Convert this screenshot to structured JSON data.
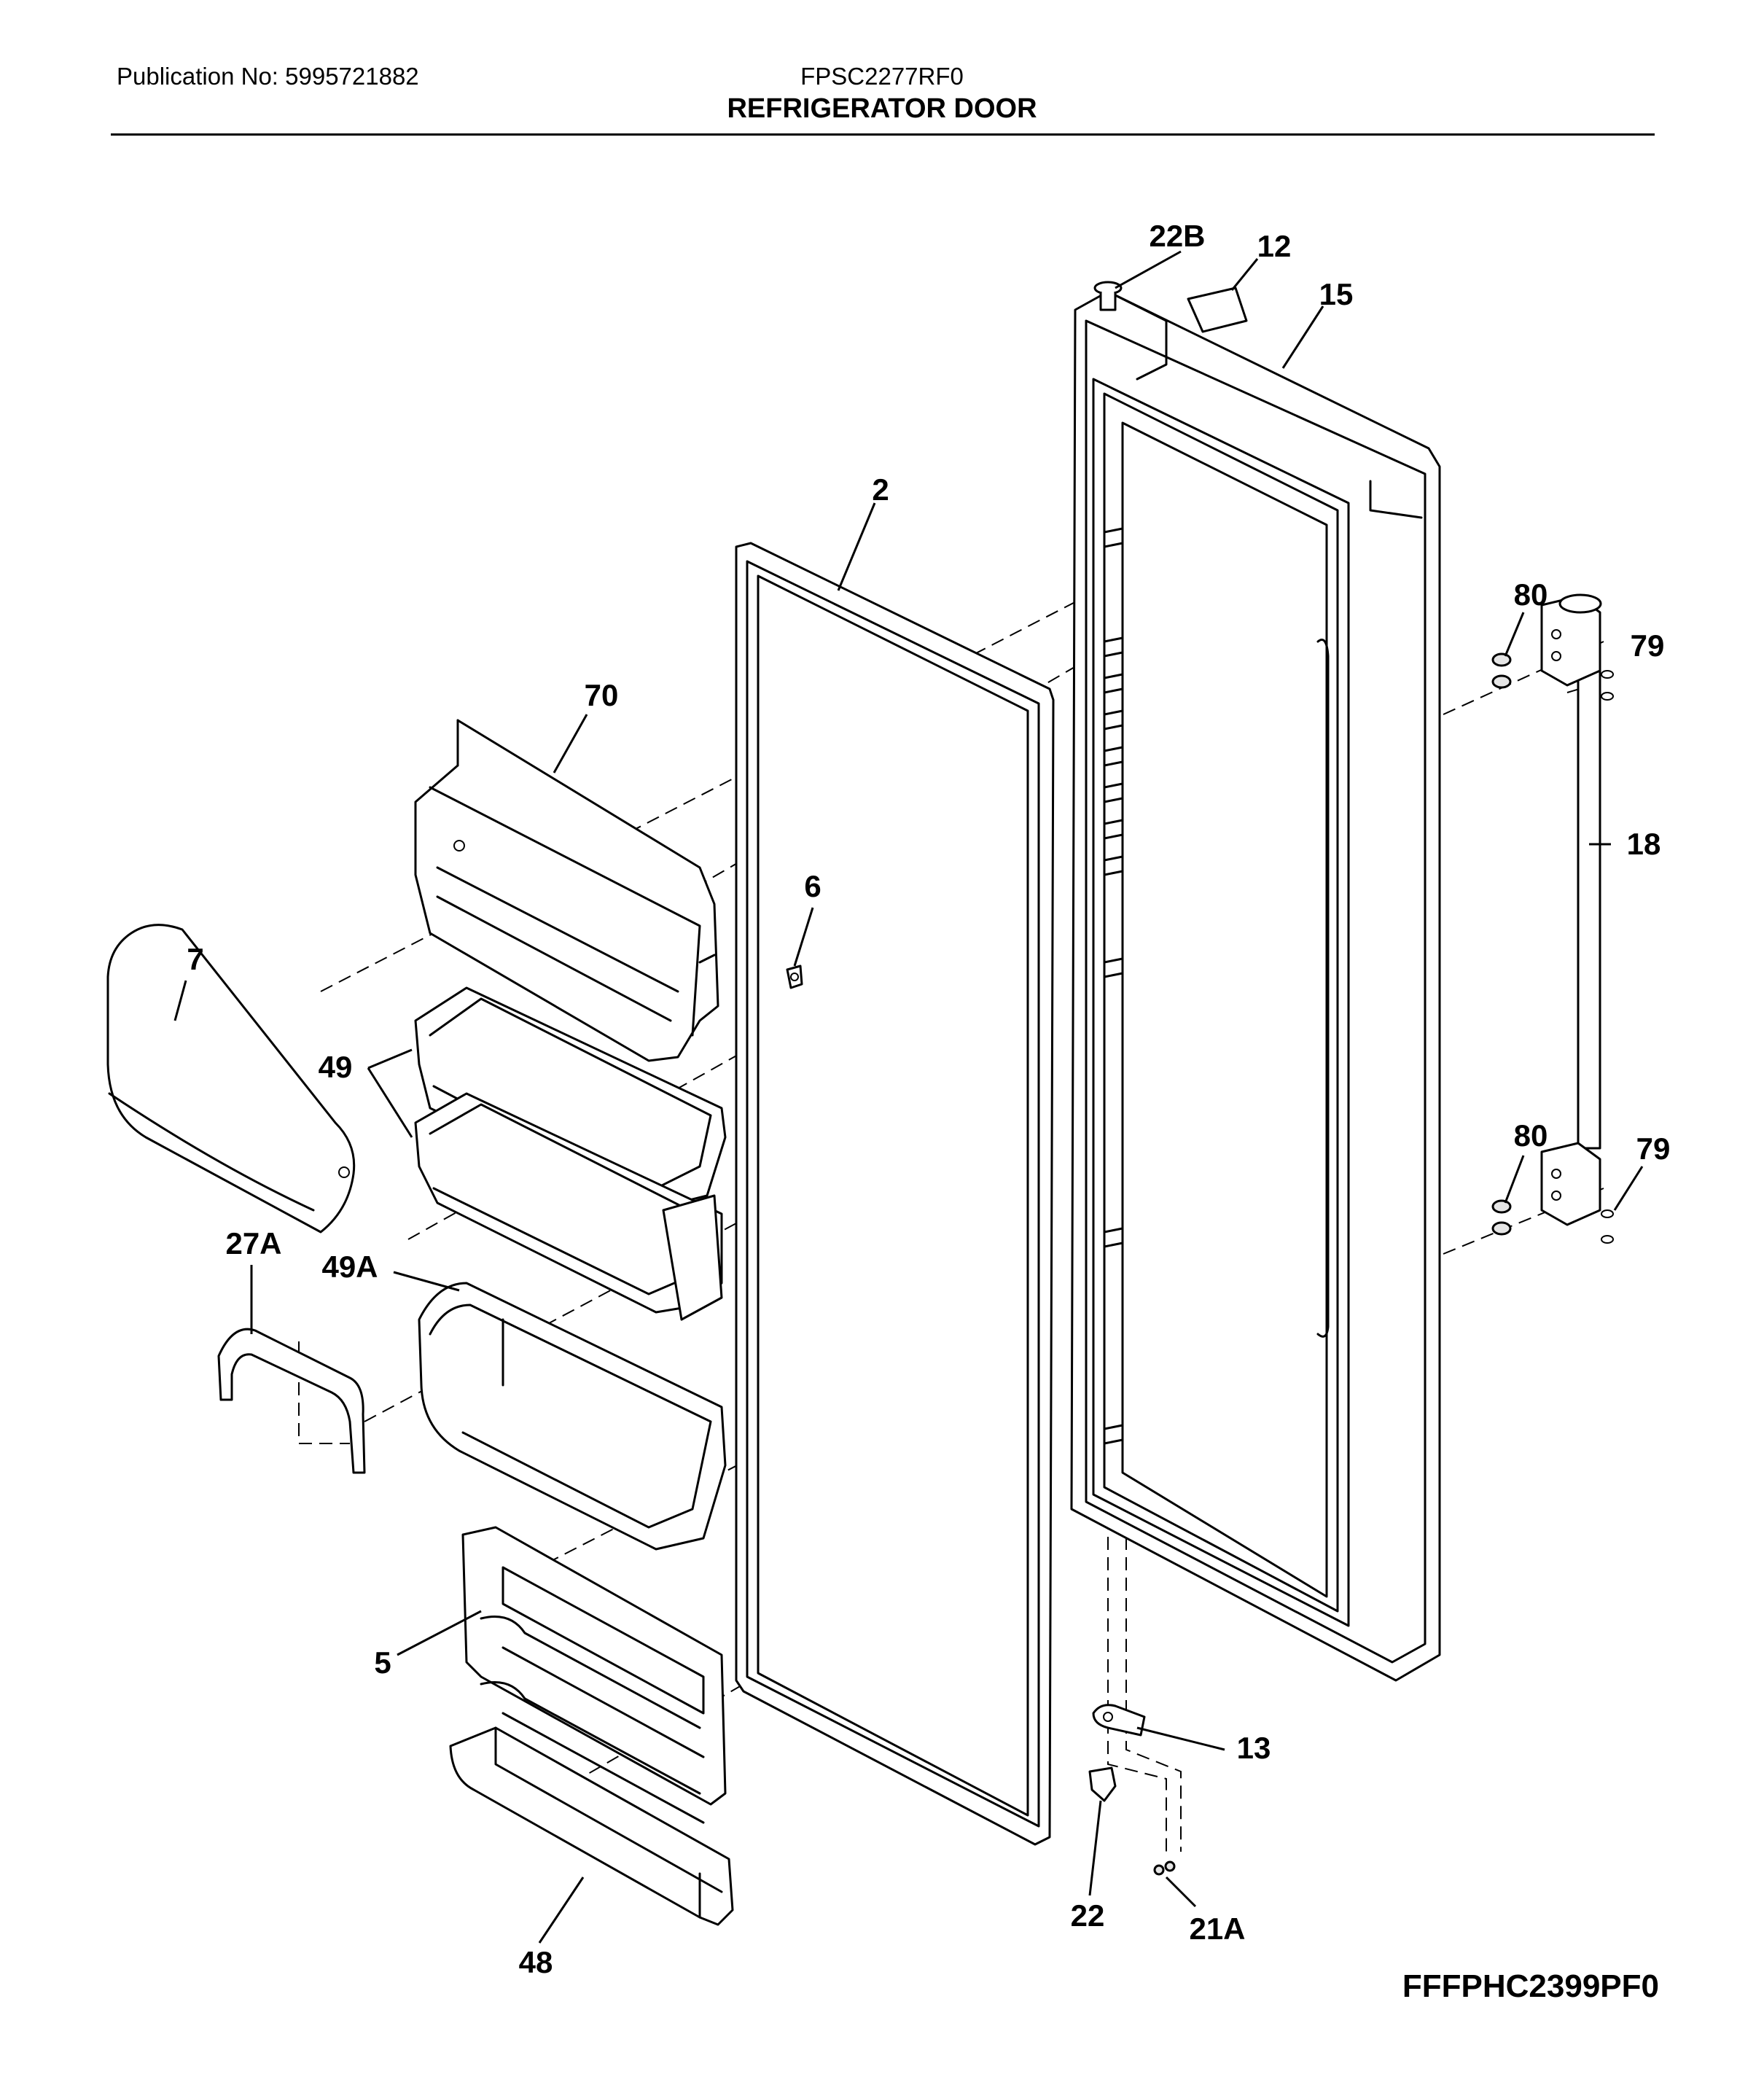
{
  "header": {
    "publication": "Publication No: 5995721882",
    "model": "FPSC2277RF0",
    "title": "REFRIGERATOR DOOR"
  },
  "footer": {
    "code": "FFFPHC2399PF0"
  },
  "callouts": {
    "c22B": "22B",
    "c12": "12",
    "c15": "15",
    "c2": "2",
    "c70": "70",
    "c80a": "80",
    "c79a": "79",
    "c18": "18",
    "c6": "6",
    "c7": "7",
    "c49": "49",
    "c80b": "80",
    "c79b": "79",
    "c27A": "27A",
    "c49A": "49A",
    "c5": "5",
    "c13": "13",
    "c22": "22",
    "c21A": "21A",
    "c48": "48"
  }
}
